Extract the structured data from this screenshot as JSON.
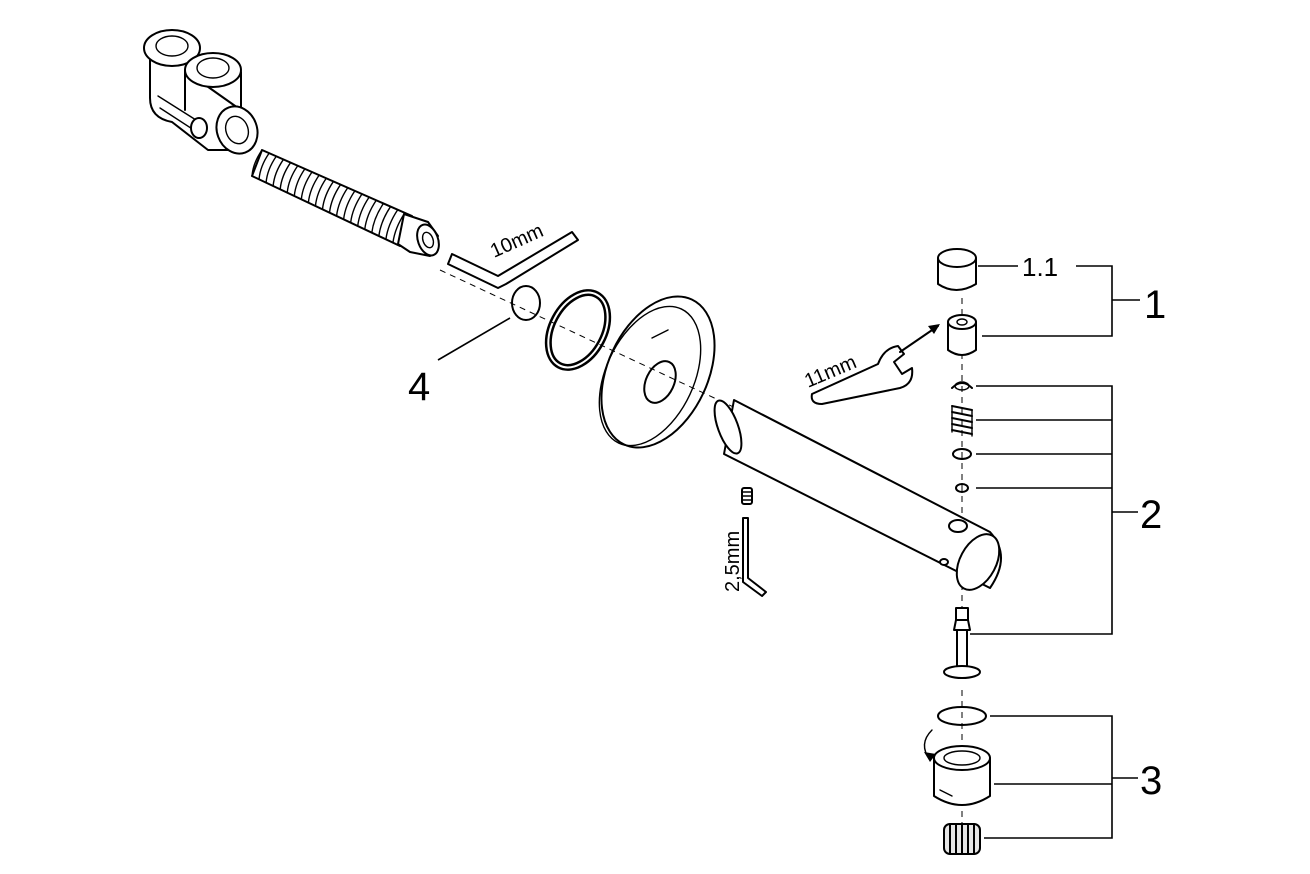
{
  "callouts": {
    "item_1": "1",
    "item_1_1": "1.1",
    "item_2": "2",
    "item_3": "3",
    "item_4": "4"
  },
  "tools": {
    "hex_key_10": "10mm",
    "wrench_11": "11mm",
    "hex_key_2_5": "2,5mm"
  }
}
